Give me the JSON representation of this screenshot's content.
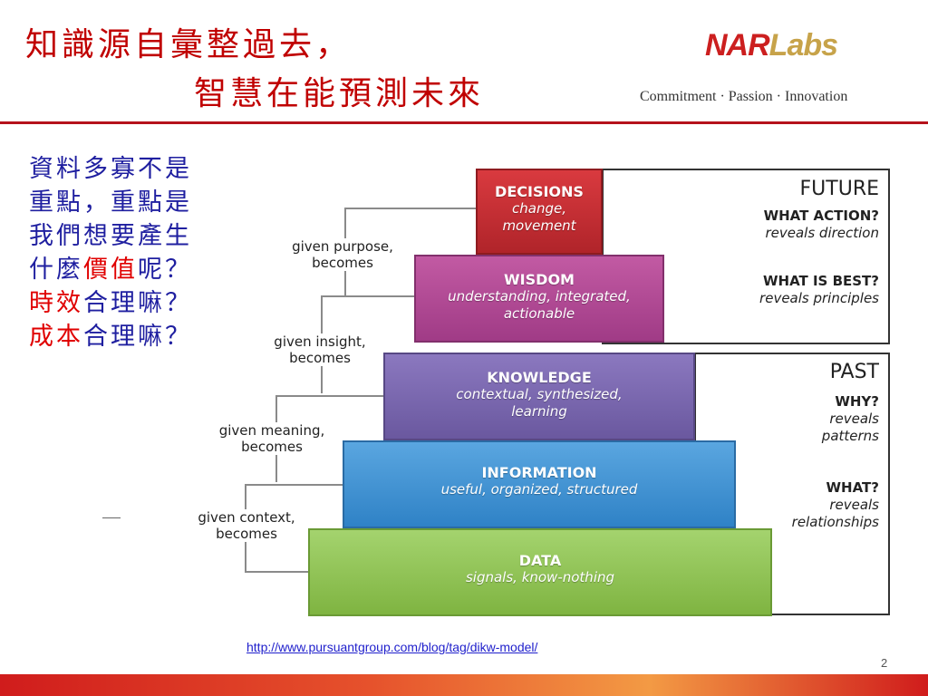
{
  "header": {
    "title_line1": "知識源自彙整過去，",
    "title_line2": "智慧在能預測未來",
    "logo_nar": "NAR",
    "logo_labs": "Labs",
    "tagline": "Commitment · Passion · Innovation"
  },
  "side_note": {
    "line1": "資料多寡不是",
    "line2": "重點，重點是",
    "line3": "我們想要產生",
    "line4_a": "什麼",
    "line4_b": "價值",
    "line4_c": "呢？",
    "line5_a": "時效",
    "line5_b": "合理嘛？",
    "line6_a": "成本",
    "line6_b": "合理嘛？"
  },
  "diagram": {
    "layers": [
      {
        "title": "DECISIONS",
        "subtitle_lines": [
          "change,",
          "movement"
        ],
        "color": "#c1272d"
      },
      {
        "title": "WISDOM",
        "subtitle_lines": [
          "understanding, integrated,",
          "actionable"
        ],
        "color": "#a9408f"
      },
      {
        "title": "KNOWLEDGE",
        "subtitle_lines": [
          "contextual, synthesized,",
          "learning"
        ],
        "color": "#7463ad"
      },
      {
        "title": "INFORMATION",
        "subtitle_lines": [
          "useful, organized, structured"
        ],
        "color": "#3a8fd3"
      },
      {
        "title": "DATA",
        "subtitle_lines": [
          "signals, know-nothing"
        ],
        "color": "#8cc152"
      }
    ],
    "transitions": [
      {
        "line1": "given purpose,",
        "line2": "becomes"
      },
      {
        "line1": "given insight,",
        "line2": "becomes"
      },
      {
        "line1": "given meaning,",
        "line2": "becomes"
      },
      {
        "line1": "given context,",
        "line2": "becomes"
      }
    ],
    "future_box": {
      "heading": "FUTURE",
      "q1": "WHAT ACTION?",
      "a1": "reveals direction",
      "q2": "WHAT IS BEST?",
      "a2": "reveals principles"
    },
    "past_box": {
      "heading": "PAST",
      "q1": "WHY?",
      "a1_line1": "reveals",
      "a1_line2": "patterns",
      "q2": "WHAT?",
      "a2_line1": "reveals",
      "a2_line2": "relationships"
    }
  },
  "footer": {
    "source_url": "http://www.pursuantgroup.com/blog/tag/dikw-model/",
    "page_number": "2"
  }
}
